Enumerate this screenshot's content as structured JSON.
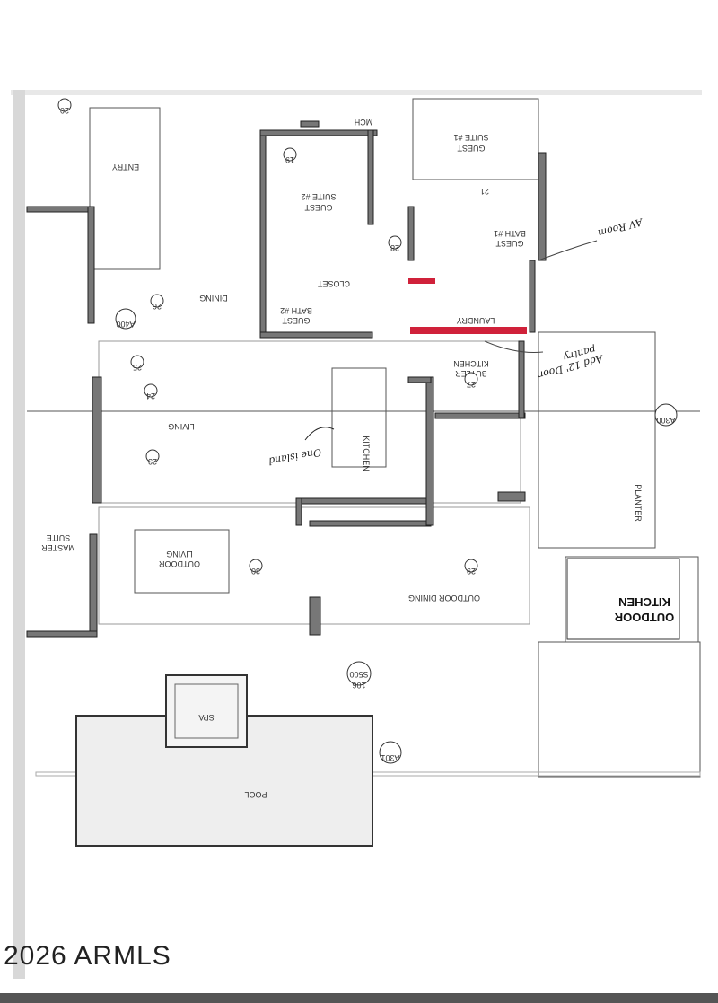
{
  "plan": {
    "rooms": {
      "entry": "ENTRY",
      "guest_suite_2": [
        "GUEST",
        "SUITE #2"
      ],
      "guest_suite_1": [
        "GUEST",
        "SUITE #1"
      ],
      "guest_bath_1": [
        "GUEST",
        "BATH #1"
      ],
      "guest_bath_2": [
        "GUEST",
        "BATH #2"
      ],
      "laundry": "LAUNDRY",
      "butler_kitchen": [
        "BUTLER",
        "KITCHEN"
      ],
      "dining": "DINING",
      "living": "LIVING",
      "kitchen": "KITCHEN",
      "outdoor_living": [
        "OUTDOOR",
        "LIVING"
      ],
      "outdoor_dining": "OUTDOOR DINING",
      "outdoor_kitchen": [
        "OUTDOOR",
        "KITCHEN"
      ],
      "spa": "SPA",
      "pool": "POOL",
      "planter": "PLANTER",
      "master_suite": [
        "MASTER",
        "SUITE"
      ],
      "closet": "CLOSET",
      "mech": "MCH"
    },
    "tags": [
      "A400",
      "A300",
      "A301",
      "S500",
      "106",
      "20",
      "19",
      "21",
      "26",
      "25",
      "24",
      "23",
      "27",
      "28",
      "29",
      "30"
    ],
    "handwritten": {
      "island": "One island",
      "av_room": "AV Room",
      "door": "Add 12' Door",
      "pantry": "pantry"
    },
    "highlight_color": "#d0213a"
  },
  "watermark": "2026 ARMLS"
}
